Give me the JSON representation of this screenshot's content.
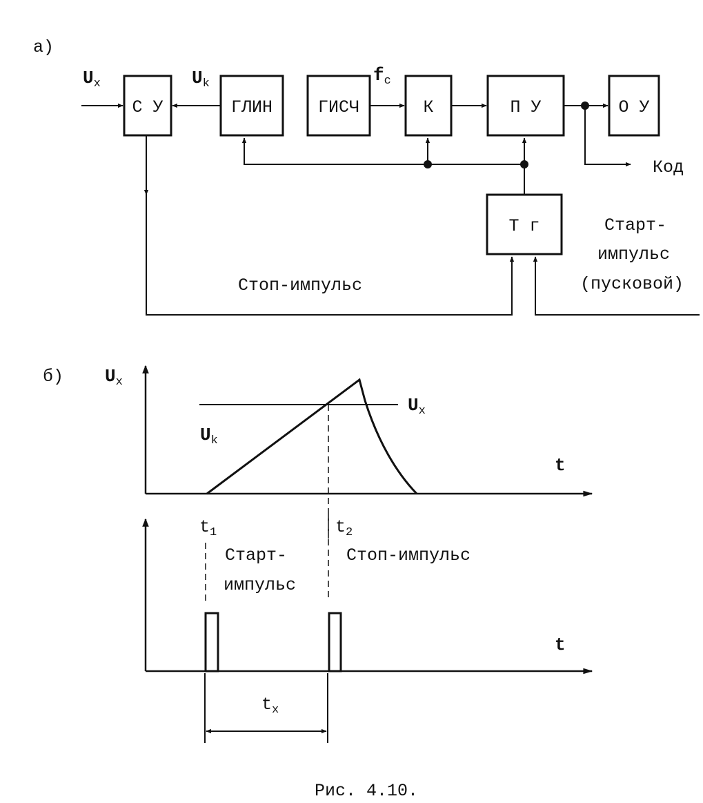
{
  "panel_a": {
    "label": "а)",
    "blocks": {
      "su": "С У",
      "glin": "ГЛИН",
      "gisch": "ГИСЧ",
      "k": "К",
      "pu": "П У",
      "ou": "О У",
      "tg": "Т г"
    },
    "signals": {
      "ux_main": "U",
      "ux_sub": "x",
      "uk_main": "U",
      "uk_sub": "k",
      "fc_main": "f",
      "fc_sub": "c",
      "kod": "Код",
      "start_line1": "Старт-",
      "start_line2": "импульс",
      "start_line3": "(пусковой)",
      "stop": "Стоп-импульс"
    }
  },
  "panel_b": {
    "label": "б)",
    "y_axis_main": "U",
    "y_axis_sub": "x",
    "ux_level_main": "U",
    "ux_level_sub": "x",
    "uk_main": "U",
    "uk_sub": "k",
    "t_axis_top": "t",
    "t_axis_bottom": "t",
    "t1_main": "t",
    "t1_sub": "1",
    "t2_main": "t",
    "t2_sub": "2",
    "start_line1": "Старт-",
    "start_line2": "импульс",
    "stop": "Стоп-импульс",
    "tx_main": "t",
    "tx_sub": "x"
  },
  "caption": "Рис. 4.10."
}
